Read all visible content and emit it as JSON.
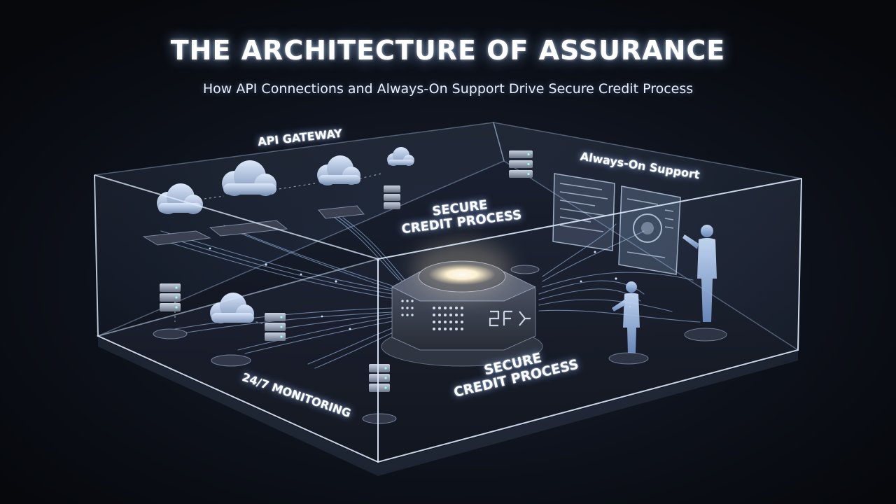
{
  "header": {
    "title": "THE ARCHITECTURE OF ASSURANCE",
    "subtitle": "How API Connections and Always-On Support Drive Secure Credit Process"
  },
  "labels": {
    "api_gateway": "API GATEWAY",
    "always_on_support": "Always-On Support",
    "secure_credit_process_top": {
      "line1": "SECURE",
      "line2": "CREDIT PROCESS"
    },
    "monitoring": "24/7 MONITORING",
    "secure_credit_process_bottom": {
      "line1": "SECURE",
      "line2": "CREDIT PROCESS"
    }
  },
  "colors": {
    "background": "#0a0d14",
    "glow": "#9cc4ff",
    "accent": "#bfe0ff"
  },
  "icons": [
    "cloud-icon",
    "server-icon",
    "person-icon",
    "screen-panel-icon",
    "core-hub-icon"
  ]
}
